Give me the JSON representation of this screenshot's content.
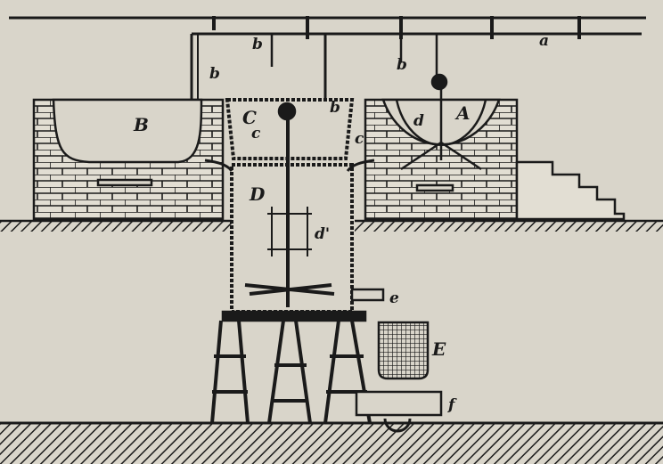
{
  "figure": {
    "labels": {
      "a": "a",
      "b1": "b",
      "b2": "b",
      "b3": "b",
      "b4": "b",
      "B": "B",
      "C": "C",
      "c1": "c",
      "c2": "c",
      "A": "A",
      "d": "d",
      "D": "D",
      "d_prime": "d'",
      "e": "e",
      "E": "E",
      "f": "f"
    },
    "colors": {
      "paper": "#d9d5ca",
      "ink": "#1a1a1a"
    }
  }
}
